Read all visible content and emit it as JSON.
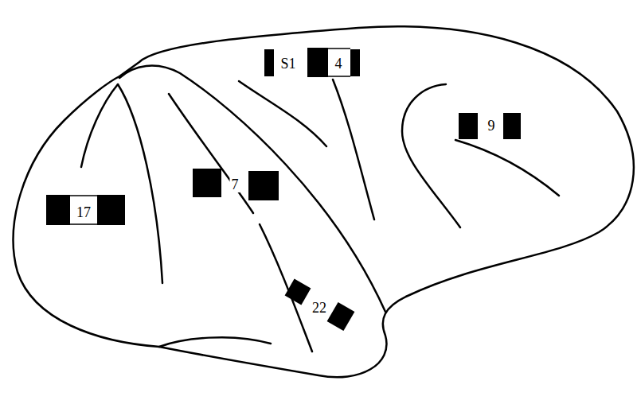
{
  "diagram": {
    "labels": [
      "S1",
      "4",
      "9",
      "7",
      "17",
      "22"
    ]
  }
}
